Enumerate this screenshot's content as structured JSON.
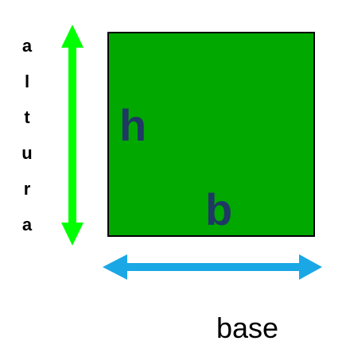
{
  "vertical_label": {
    "letters": [
      "a",
      "l",
      "t",
      "u",
      "r",
      "a"
    ]
  },
  "square": {
    "height_label": "h",
    "base_label": "b"
  },
  "base_caption": "base",
  "colors": {
    "square_fill": "#00a800",
    "square_border": "#000000",
    "height_arrow": "#00ff00",
    "base_arrow": "#1aa7e6",
    "square_label": "#1f3864",
    "text": "#000000"
  },
  "icons": {
    "height_arrow": "double-headed-vertical-arrow-icon",
    "base_arrow": "double-headed-horizontal-arrow-icon"
  }
}
